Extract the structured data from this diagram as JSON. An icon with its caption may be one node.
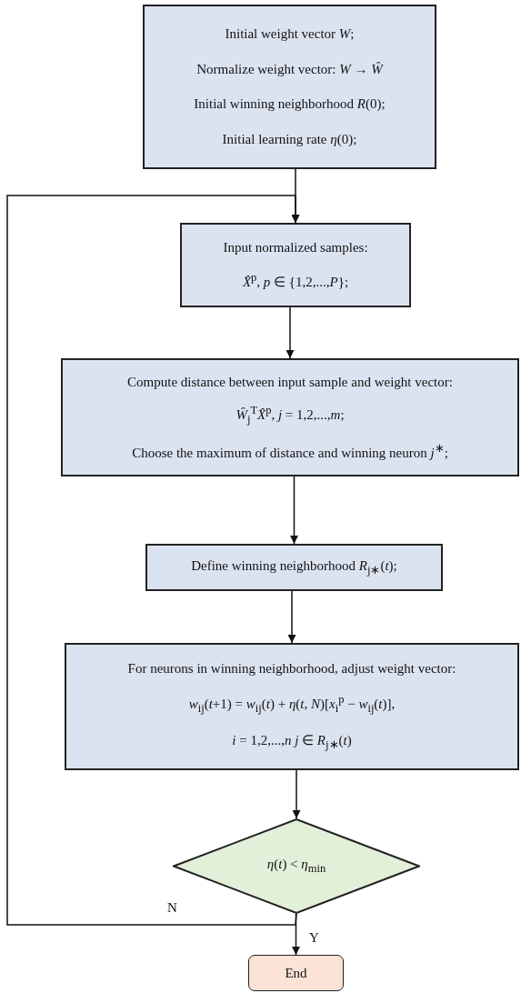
{
  "diagram": {
    "nodes": [
      {
        "text": [
          "Initial weight vector *W*;",
          "Normalize weight vector: *W* → *Ŵ*",
          "Initial winning neighborhood *R*(0);",
          "Initial learning rate *η*(0);"
        ]
      },
      {
        "text": [
          "Input normalized samples:",
          "*X̂*$^{p}$, *p* ∈ {1,2,...,*P*};"
        ]
      },
      {
        "text": [
          "Compute distance between input sample and weight vector:",
          "*Ŵ*$_{j}$$^{T}$*X̂*$^{p}$, *j* = 1,2,...,*m*;",
          "Choose the maximum of distance and winning neuron *j*$^{∗}$;"
        ]
      },
      {
        "text": [
          "Define winning neighborhood *R*$_{j∗}$(*t*);"
        ]
      },
      {
        "text": [
          "For neurons in winning neighborhood, adjust weight vector:",
          "*w*$_{ij}$(*t*+1) = *w*$_{ij}$(*t*) + *η*(*t*, *N*)[*x*$_{i}$$^{p}$ − *w*$_{ij}$(*t*)],",
          "*i* = 1,2,...,*n*   *j* ∈ *R*$_{j∗}$(*t*)"
        ]
      },
      {
        "text": [
          "*η*(*t*) < *η*$_{min}$"
        ]
      },
      {
        "text": [
          "End"
        ]
      }
    ],
    "edges": [
      {
        "from": 0,
        "to": 1,
        "arrow": "to"
      },
      {
        "from": 1,
        "to": 2,
        "arrow": "to"
      },
      {
        "from": 2,
        "to": 3,
        "arrow": "to"
      },
      {
        "from": 3,
        "to": 4,
        "arrow": "to"
      },
      {
        "from": 4,
        "to": 5,
        "arrow": "to"
      },
      {
        "from": 5,
        "to": 6,
        "label": "Y",
        "arrow": "to"
      },
      {
        "from": 5,
        "to": 1,
        "label": "N",
        "arrow": "to"
      }
    ]
  }
}
